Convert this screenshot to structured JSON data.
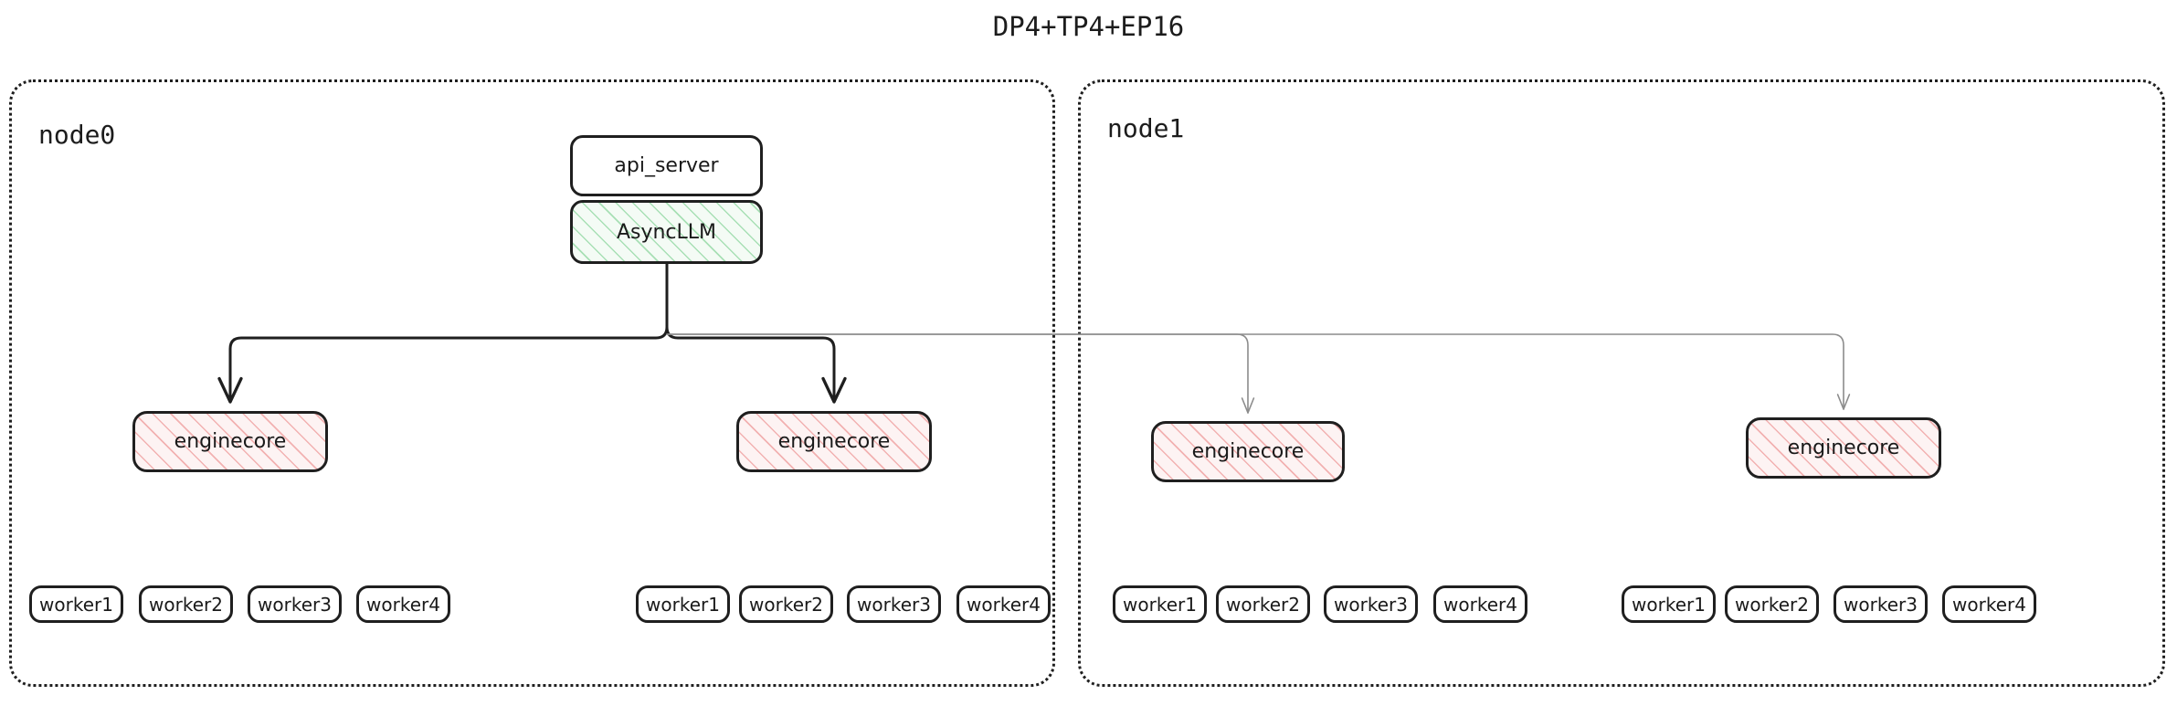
{
  "title": "DP4+TP4+EP16",
  "nodes": [
    {
      "label": "node0",
      "services": [
        {
          "name": "api_server",
          "kind": "plain"
        },
        {
          "name": "AsyncLLM",
          "kind": "hatched-green"
        }
      ],
      "groups": [
        {
          "engine": "enginecore",
          "workers": [
            "worker1",
            "worker2",
            "worker3",
            "worker4"
          ]
        },
        {
          "engine": "enginecore",
          "workers": [
            "worker1",
            "worker2",
            "worker3",
            "worker4"
          ]
        }
      ]
    },
    {
      "label": "node1",
      "services": [],
      "groups": [
        {
          "engine": "enginecore",
          "workers": [
            "worker1",
            "worker2",
            "worker3",
            "worker4"
          ]
        },
        {
          "engine": "enginecore",
          "workers": [
            "worker1",
            "worker2",
            "worker3",
            "worker4"
          ]
        }
      ]
    }
  ],
  "colors": {
    "stroke_dark": "#1f1f1f",
    "stroke_light": "#8c8c8c",
    "engine_hatch": "#e97b7b",
    "async_hatch": "#6ac980",
    "background": "#ffffff"
  },
  "connections": [
    {
      "from": "AsyncLLM",
      "to": "node0-enginecore-1",
      "style": "dark"
    },
    {
      "from": "AsyncLLM",
      "to": "node0-enginecore-2",
      "style": "dark"
    },
    {
      "from": "AsyncLLM",
      "to": "node1-enginecore-1",
      "style": "light"
    },
    {
      "from": "AsyncLLM",
      "to": "node1-enginecore-2",
      "style": "light"
    }
  ]
}
